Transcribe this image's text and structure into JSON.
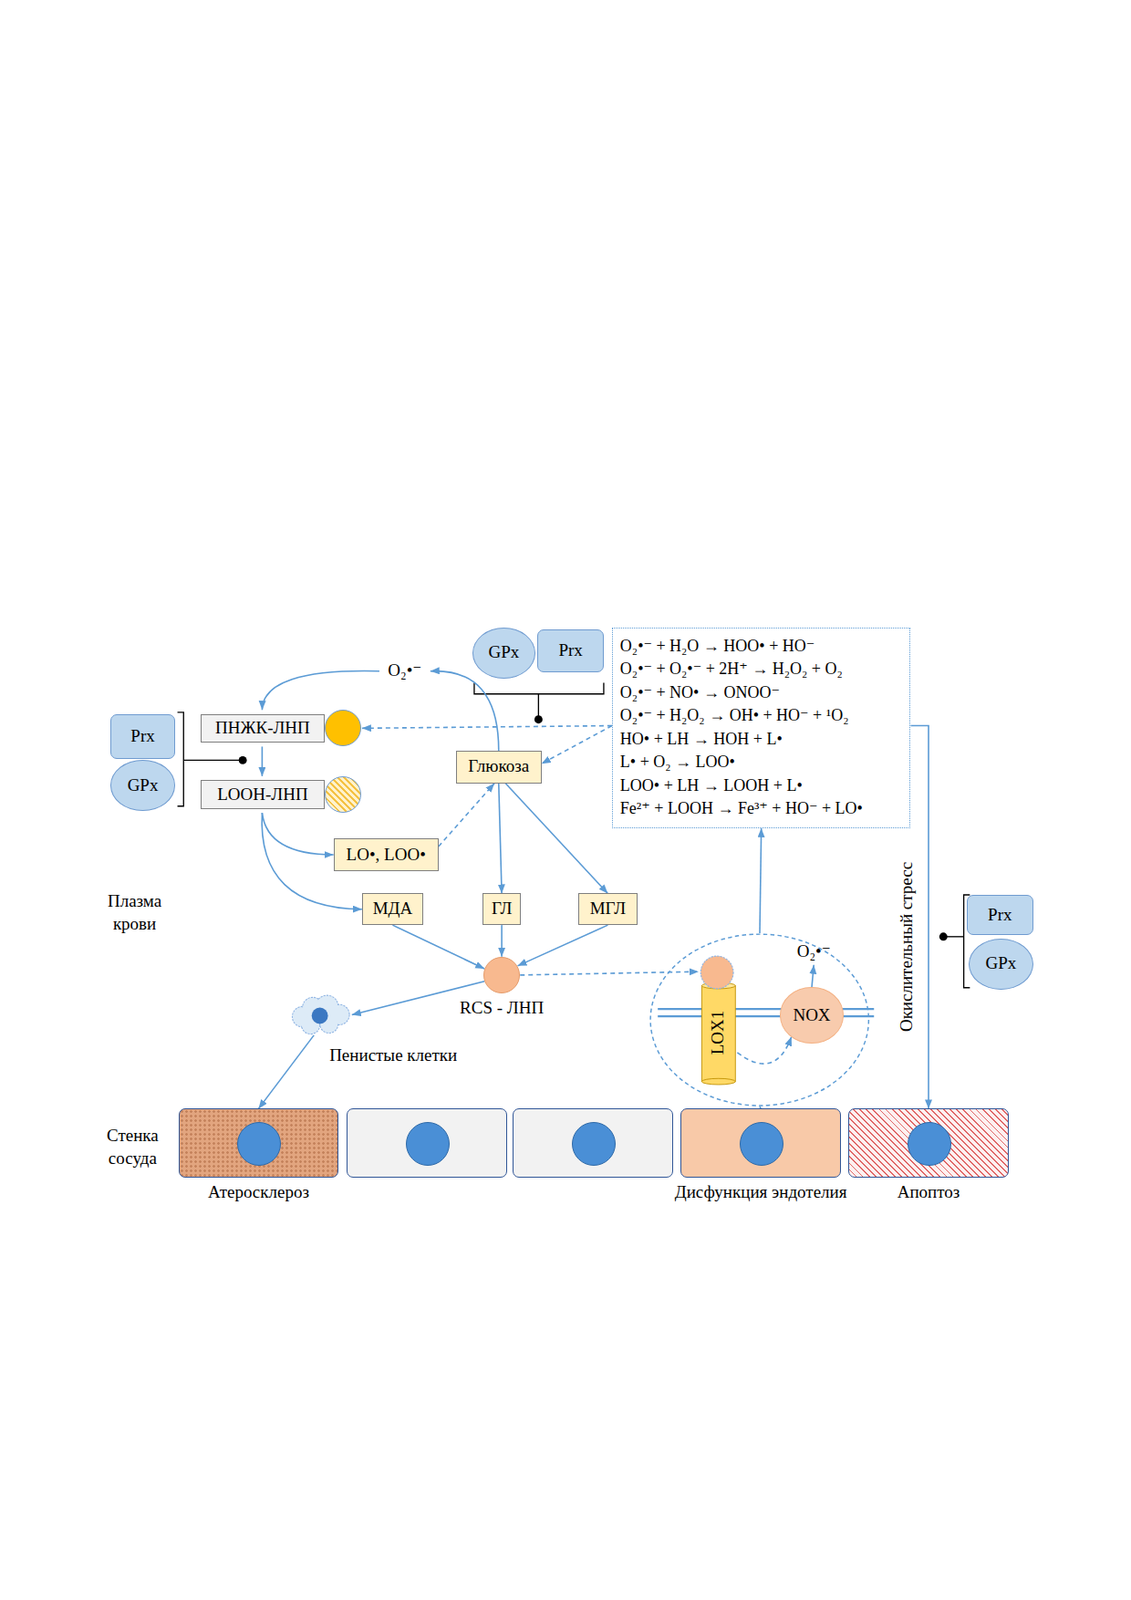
{
  "diagram": {
    "nodes": [
      {
        "text": [
          "O₂•⁻"
        ]
      },
      {
        "text": [
          "GPx"
        ]
      },
      {
        "text": [
          "Prx"
        ]
      },
      {
        "text": [
          "O₂•⁻ + H₂O → HOO• + HO⁻",
          "O₂•⁻ + O₂•⁻ + 2H⁺ → H₂O₂ + O₂",
          "O₂•⁻ + NO• → ONOO⁻",
          "O₂•⁻ + H₂O₂ → OH• + HO⁻ + ¹O₂",
          "HO• + LH → HOH + L•",
          "L• + O₂ → LOO•",
          "LOO• + LH → LOOH + L•",
          "Fe²⁺ + LOOH → Fe³⁺ + HO⁻ + LO•"
        ]
      },
      {
        "text": [
          "Prx"
        ]
      },
      {
        "text": [
          "GPx"
        ]
      },
      {
        "text": [
          "ПНЖК-ЛНП"
        ]
      },
      {
        "text": [
          "LOOH-ЛНП"
        ]
      },
      {
        "text": [
          "Глюкоза"
        ]
      },
      {
        "text": [
          "LO•, LOO•"
        ]
      },
      {
        "text": [
          "МДА"
        ]
      },
      {
        "text": [
          "ГЛ"
        ]
      },
      {
        "text": [
          "МГЛ"
        ]
      },
      {
        "text": [
          "RCS - ЛНП"
        ]
      },
      {
        "text": [
          "Пенистые клетки"
        ]
      },
      {
        "text": []
      },
      {
        "text": [
          "LOX1"
        ],
        "in": 15
      },
      {
        "text": [
          "NOX"
        ],
        "in": 15
      },
      {
        "text": [
          "O₂•⁻"
        ],
        "in": 15
      },
      {
        "text": [
          "Prx"
        ]
      },
      {
        "text": [
          "GPx"
        ]
      },
      {
        "text": [
          "Атеросклероз"
        ]
      },
      {
        "text": []
      },
      {
        "text": []
      },
      {
        "text": [
          "Дисфункция эндотелия"
        ]
      },
      {
        "text": [
          "Апоптоз"
        ]
      }
    ],
    "edges": [
      {
        "from": 8,
        "to": 0,
        "arrow": "to"
      },
      {
        "from": 0,
        "to": 6,
        "arrow": "to"
      },
      {
        "from": 6,
        "to": 7,
        "arrow": "to"
      },
      {
        "from": 7,
        "to": 9,
        "arrow": "to"
      },
      {
        "from": 7,
        "to": 10,
        "arrow": "to"
      },
      {
        "from": 9,
        "to": 8,
        "arrow": "to"
      },
      {
        "from": 3,
        "to": 6,
        "arrow": "to"
      },
      {
        "from": 3,
        "to": 8,
        "arrow": "to"
      },
      {
        "from": 8,
        "to": 11,
        "arrow": "to"
      },
      {
        "from": 8,
        "to": 12,
        "arrow": "to"
      },
      {
        "from": 10,
        "to": 13,
        "arrow": "to"
      },
      {
        "from": 11,
        "to": 13,
        "arrow": "to"
      },
      {
        "from": 12,
        "to": 13,
        "arrow": "to"
      },
      {
        "from": 13,
        "to": 14,
        "arrow": "to"
      },
      {
        "from": 13,
        "to": 16,
        "arrow": "to"
      },
      {
        "from": 14,
        "to": 21,
        "arrow": "to"
      },
      {
        "from": 16,
        "to": 17,
        "arrow": "to"
      },
      {
        "from": 17,
        "to": 18,
        "arrow": "to"
      },
      {
        "from": 24,
        "to": 15,
        "arrow": "to"
      },
      {
        "from": 15,
        "to": 3,
        "arrow": "to"
      },
      {
        "from": 3,
        "to": 25,
        "arrow": "to",
        "label": "Окислительный стресс"
      }
    ],
    "labels": [
      "Плазма крови",
      "Стенка сосуда"
    ]
  }
}
